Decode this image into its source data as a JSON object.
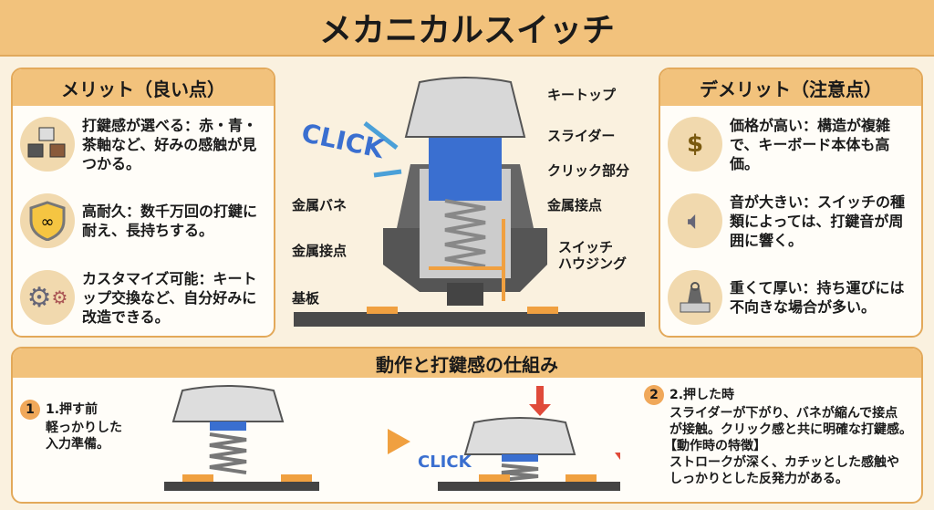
{
  "title": "メカニカルスイッチ",
  "merits": {
    "heading": "メリット（良い点）",
    "items": [
      {
        "icon": "switches-icon",
        "text": "打鍵感が選べる：赤・青・茶軸など、好みの感触が見つかる。"
      },
      {
        "icon": "shield-infinity-icon",
        "text": "高耐久：数千万回の打鍵に耐え、長持ちする。"
      },
      {
        "icon": "gears-icon",
        "text": "カスタマイズ可能：キートップ交換など、自分好みに改造できる。"
      }
    ]
  },
  "demerits": {
    "heading": "デメリット（注意点）",
    "items": [
      {
        "icon": "money-bag-icon",
        "text": "価格が高い：構造が複雑で、キーボード本体も高価。"
      },
      {
        "icon": "speaker-icon",
        "text": "音が大きい：スイッチの種類によっては、打鍵音が周囲に響く。"
      },
      {
        "icon": "weight-icon",
        "text": "重くて厚い：持ち運びには不向きな場合が多い。"
      }
    ]
  },
  "diagram": {
    "click": "CLICK",
    "labels": {
      "keytop": "キートップ",
      "slider": "スライダー",
      "click_part": "クリック部分",
      "contact_right": "金属接点",
      "housing1": "スイッチ",
      "housing2": "ハウジング",
      "spring": "金属バネ",
      "contact_left": "金属接点",
      "pcb": "基板"
    }
  },
  "mechanism": {
    "heading": "動作と打鍵感の仕組み",
    "step1": {
      "num": "1",
      "title": "1.押す前",
      "desc1": "軽っかりした",
      "desc2": "入力準備。"
    },
    "click": "CLICK",
    "step2": {
      "num": "2",
      "title": "2.押した時",
      "desc1": "スライダーが下がり、バネが縮んで接点",
      "desc2": "が接触。クリック感と共に明確な打鍵感。",
      "feature_title": "【動作時の特徴】",
      "feature1": "ストロークが深く、カチッとした感触や",
      "feature2": "しっかりとした反発力がある。"
    }
  },
  "colors": {
    "accent": "#f2c27c",
    "blue": "#3a6fd0",
    "orange": "#f0a040"
  }
}
